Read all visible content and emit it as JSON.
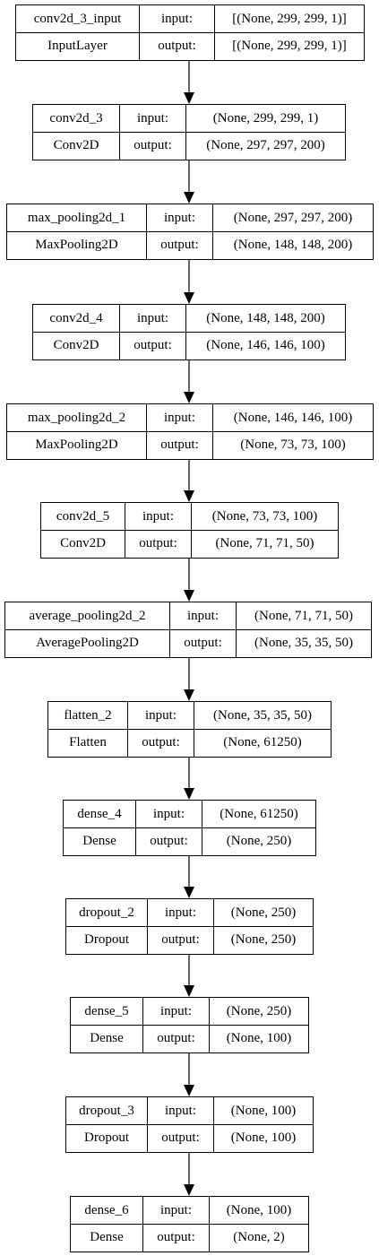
{
  "layers": [
    {
      "name": "conv2d_3_input",
      "type": "InputLayer",
      "input_label": "input:",
      "output_label": "output:",
      "input_shape": "[(None, 299, 299, 1)]",
      "output_shape": "[(None, 299, 299, 1)]"
    },
    {
      "name": "conv2d_3",
      "type": "Conv2D",
      "input_label": "input:",
      "output_label": "output:",
      "input_shape": "(None, 299, 299, 1)",
      "output_shape": "(None, 297, 297, 200)"
    },
    {
      "name": "max_pooling2d_1",
      "type": "MaxPooling2D",
      "input_label": "input:",
      "output_label": "output:",
      "input_shape": "(None, 297, 297, 200)",
      "output_shape": "(None, 148, 148, 200)"
    },
    {
      "name": "conv2d_4",
      "type": "Conv2D",
      "input_label": "input:",
      "output_label": "output:",
      "input_shape": "(None, 148, 148, 200)",
      "output_shape": "(None, 146, 146, 100)"
    },
    {
      "name": "max_pooling2d_2",
      "type": "MaxPooling2D",
      "input_label": "input:",
      "output_label": "output:",
      "input_shape": "(None, 146, 146, 100)",
      "output_shape": "(None, 73, 73, 100)"
    },
    {
      "name": "conv2d_5",
      "type": "Conv2D",
      "input_label": "input:",
      "output_label": "output:",
      "input_shape": "(None, 73, 73, 100)",
      "output_shape": "(None, 71, 71, 50)"
    },
    {
      "name": "average_pooling2d_2",
      "type": "AveragePooling2D",
      "input_label": "input:",
      "output_label": "output:",
      "input_shape": "(None, 71, 71, 50)",
      "output_shape": "(None, 35, 35, 50)"
    },
    {
      "name": "flatten_2",
      "type": "Flatten",
      "input_label": "input:",
      "output_label": "output:",
      "input_shape": "(None, 35, 35, 50)",
      "output_shape": "(None, 61250)"
    },
    {
      "name": "dense_4",
      "type": "Dense",
      "input_label": "input:",
      "output_label": "output:",
      "input_shape": "(None, 61250)",
      "output_shape": "(None, 250)"
    },
    {
      "name": "dropout_2",
      "type": "Dropout",
      "input_label": "input:",
      "output_label": "output:",
      "input_shape": "(None, 250)",
      "output_shape": "(None, 250)"
    },
    {
      "name": "dense_5",
      "type": "Dense",
      "input_label": "input:",
      "output_label": "output:",
      "input_shape": "(None, 250)",
      "output_shape": "(None, 100)"
    },
    {
      "name": "dropout_3",
      "type": "Dropout",
      "input_label": "input:",
      "output_label": "output:",
      "input_shape": "(None, 100)",
      "output_shape": "(None, 100)"
    },
    {
      "name": "dense_6",
      "type": "Dense",
      "input_label": "input:",
      "output_label": "output:",
      "input_shape": "(None, 100)",
      "output_shape": "(None, 2)"
    }
  ]
}
